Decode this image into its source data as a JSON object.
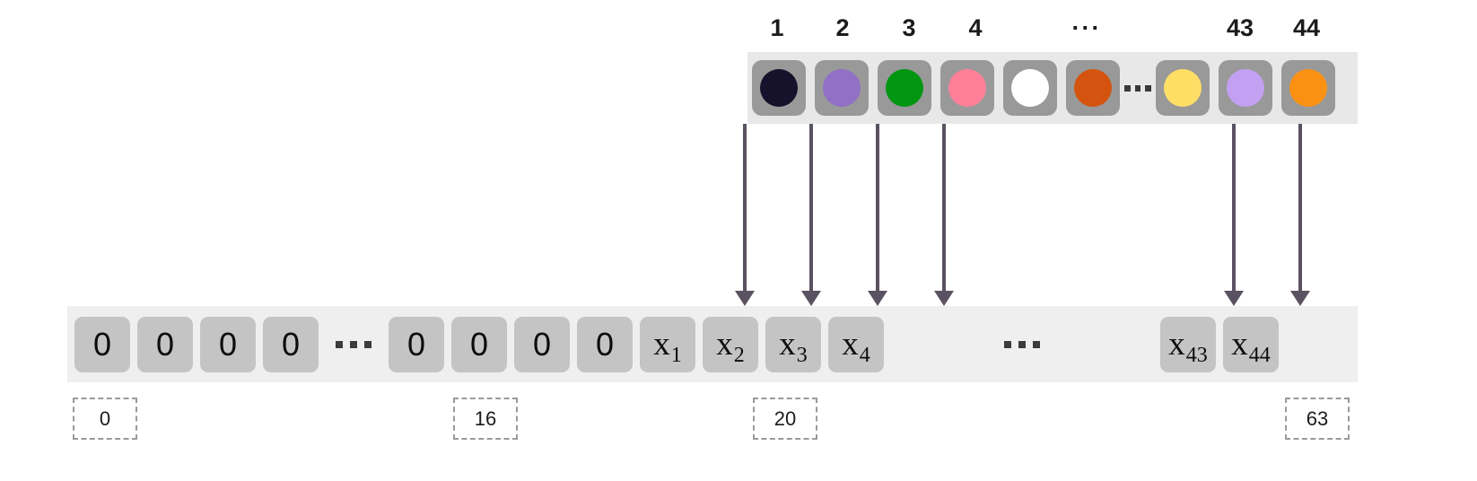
{
  "diagram": {
    "title": "palette-to-array-index-mapping",
    "palette": {
      "label_top": "palette-indices",
      "indices": [
        "1",
        "2",
        "3",
        "4",
        "···",
        "43",
        "44"
      ],
      "swatches": [
        {
          "index": "1",
          "name": "swatch-black",
          "color": "#17122b"
        },
        {
          "index": "2",
          "name": "swatch-purple",
          "color": "#9170c6"
        },
        {
          "index": "3",
          "name": "swatch-green",
          "color": "#009612"
        },
        {
          "index": "4",
          "name": "swatch-pink",
          "color": "#ff8098"
        },
        {
          "index": "",
          "name": "swatch-white",
          "color": "#ffffff"
        },
        {
          "index": "",
          "name": "swatch-burnt-orange",
          "color": "#d4540f"
        },
        {
          "index": "ellipsis",
          "name": "swatch-ellipsis",
          "color": ""
        },
        {
          "index": "",
          "name": "swatch-yellow",
          "color": "#ffde66"
        },
        {
          "index": "43",
          "name": "swatch-lavender",
          "color": "#c3a0f2"
        },
        {
          "index": "44",
          "name": "swatch-orange",
          "color": "#fb9113"
        }
      ]
    },
    "arrows": {
      "color": "#5a5260",
      "count": 6,
      "from_to": [
        "1→x1",
        "2→x2",
        "3→x3",
        "4→x4",
        "43→x43",
        "44→x44"
      ]
    },
    "array": {
      "cells": [
        {
          "kind": "zero",
          "text": "0"
        },
        {
          "kind": "zero",
          "text": "0"
        },
        {
          "kind": "zero",
          "text": "0"
        },
        {
          "kind": "zero",
          "text": "0"
        },
        {
          "kind": "ellipsis",
          "text": "···"
        },
        {
          "kind": "zero",
          "text": "0"
        },
        {
          "kind": "zero",
          "text": "0"
        },
        {
          "kind": "zero",
          "text": "0"
        },
        {
          "kind": "zero",
          "text": "0"
        },
        {
          "kind": "var",
          "base": "x",
          "sub": "1"
        },
        {
          "kind": "var",
          "base": "x",
          "sub": "2"
        },
        {
          "kind": "var",
          "base": "x",
          "sub": "3"
        },
        {
          "kind": "var",
          "base": "x",
          "sub": "4"
        },
        {
          "kind": "ellipsis",
          "text": "···"
        },
        {
          "kind": "var",
          "base": "x",
          "sub": "43"
        },
        {
          "kind": "var",
          "base": "x",
          "sub": "44"
        }
      ]
    },
    "indices": [
      {
        "name": "index-0",
        "value": "0"
      },
      {
        "name": "index-16",
        "value": "16"
      },
      {
        "name": "index-20",
        "value": "20"
      },
      {
        "name": "index-63",
        "value": "63"
      }
    ],
    "colors": {
      "palette_strip_bg": "#e8e8e8",
      "array_strip_bg": "#efefef",
      "swatch_bg": "#999999",
      "cell_bg": "#c4c4c4",
      "arrow": "#5a5260",
      "index_border": "#9a9a9a",
      "text": "#1b1b1b"
    }
  }
}
